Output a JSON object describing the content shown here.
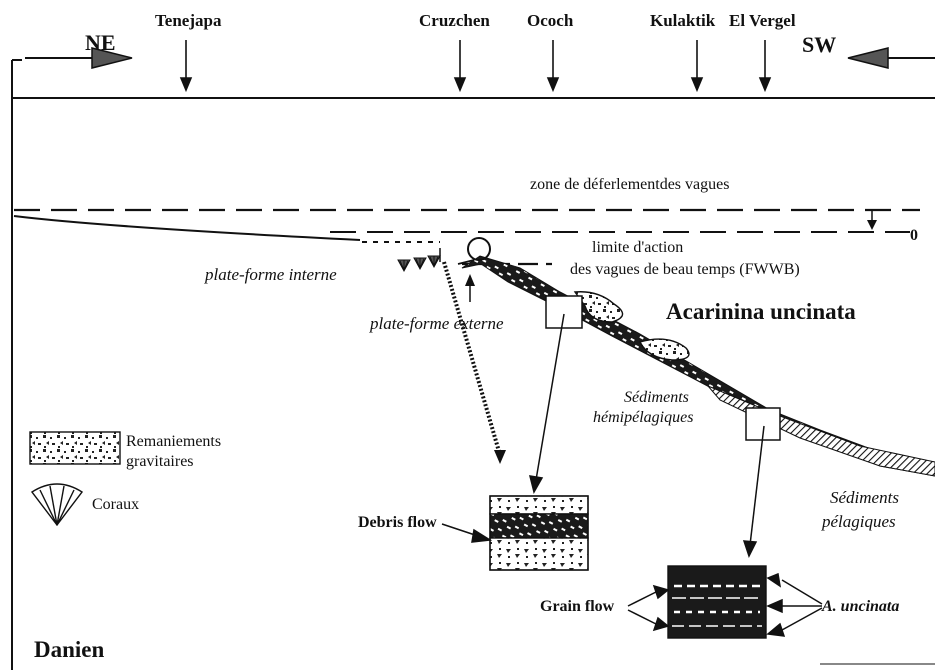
{
  "directions": {
    "left": "NE",
    "right": "SW"
  },
  "localities": [
    "Tenejapa",
    "Cruzchen",
    "Ococh",
    "Kulaktik",
    "El Vergel"
  ],
  "sea_level_label": "0",
  "labels": {
    "surf_zone": "zone de déferlementdes vagues",
    "fwwb_line1": "limite d'action",
    "fwwb_line2": "des vagues de beau temps (FWWB)",
    "inner_platform": "plate-forme interne",
    "outer_platform": "plate-forme externe",
    "zone_species": "Acarinina uncinata",
    "hemipelagic_line1": "Sédiments",
    "hemipelagic_line2": "hémipélagiques",
    "pelagic_line1": "Sédiments",
    "pelagic_line2": "pélagiques",
    "debris_flow": "Debris flow",
    "grain_flow": "Grain flow",
    "species_abbrev": "A. uncinata",
    "stage": "Danien"
  },
  "legend": {
    "reworked_line1": "Remaniements",
    "reworked_line2": "gravitaires",
    "corals": "Coraux"
  }
}
